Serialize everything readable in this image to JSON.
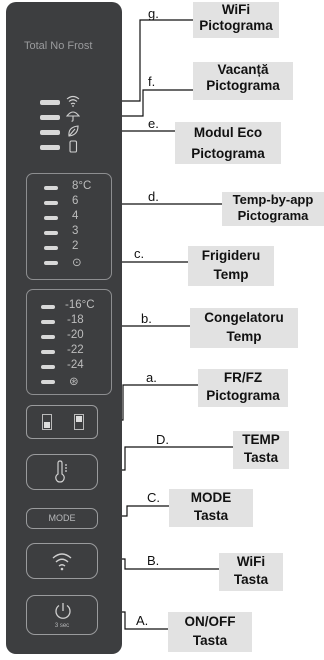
{
  "panel": {
    "brand": "Total No Frost",
    "fridge_temps": [
      "8°C",
      "6",
      "4",
      "3",
      "2",
      "⊙"
    ],
    "freezer_temps": [
      "-16°C",
      "-18",
      "-20",
      "-22",
      "-24",
      "⊛"
    ],
    "mode_button": "MODE",
    "power_hint": "3 sec"
  },
  "labels": [
    {
      "letter": "g.",
      "text": "WiFi\nPictograma"
    },
    {
      "letter": "f.",
      "text": "Vacanță\nPictograma"
    },
    {
      "letter": "e.",
      "text": "Modul Eco\nPictograma"
    },
    {
      "letter": "d.",
      "text": "Temp-by-app\nPictograma"
    },
    {
      "letter": "c.",
      "text": "Frigideru\nTemp"
    },
    {
      "letter": "b.",
      "text": "Congelatoru\nTemp"
    },
    {
      "letter": "a.",
      "text": "FR/FZ\nPictograma"
    },
    {
      "letter": "D.",
      "text": "TEMP\nTasta"
    },
    {
      "letter": "C.",
      "text": "MODE\nTasta"
    },
    {
      "letter": "B.",
      "text": "WiFi\nTasta"
    },
    {
      "letter": "A.",
      "text": "ON/OFF\nTasta"
    }
  ],
  "colors": {
    "panel": "#3d3e40",
    "label_bg": "#e2e2e2",
    "line": "#111111"
  }
}
